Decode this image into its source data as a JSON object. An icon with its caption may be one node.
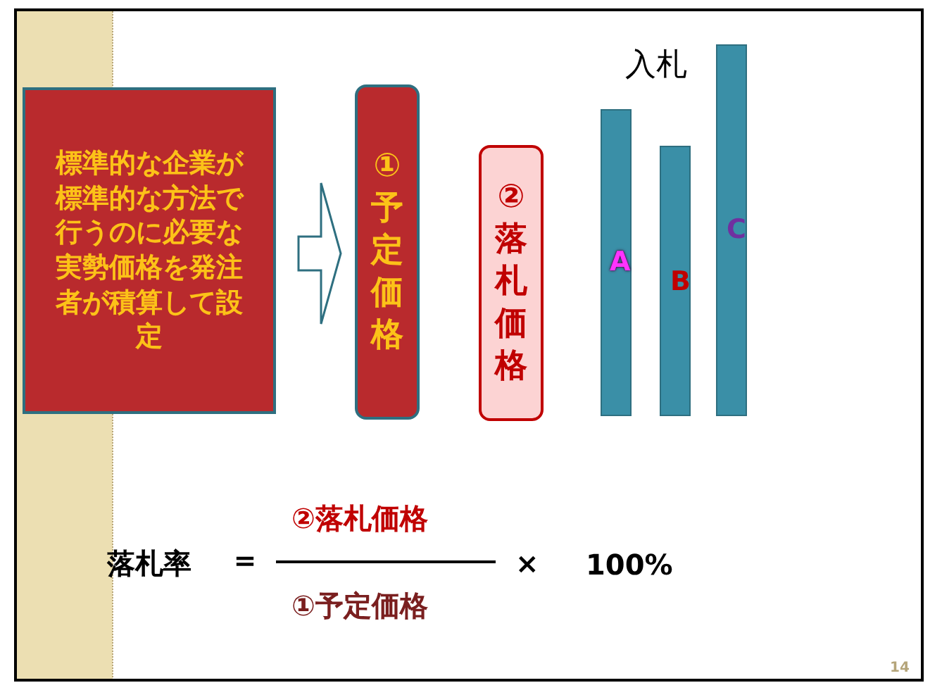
{
  "diagram": {
    "nodes": [
      {
        "text": [
          "標準的な企業が標準的な方法で行うのに必要な実勢価格を発注者が積算して設定"
        ]
      },
      {
        "text": [
          "①予定価格"
        ]
      },
      {
        "text": [
          "②落札価格"
        ]
      }
    ],
    "edges": [
      {
        "from": 0,
        "to": 1,
        "arrow": "to"
      }
    ],
    "labels": [
      "入札",
      "A",
      "B",
      "C",
      "落札率",
      "＝",
      "②落札価格",
      "①予定価格",
      "×",
      "100%",
      "14"
    ]
  }
}
